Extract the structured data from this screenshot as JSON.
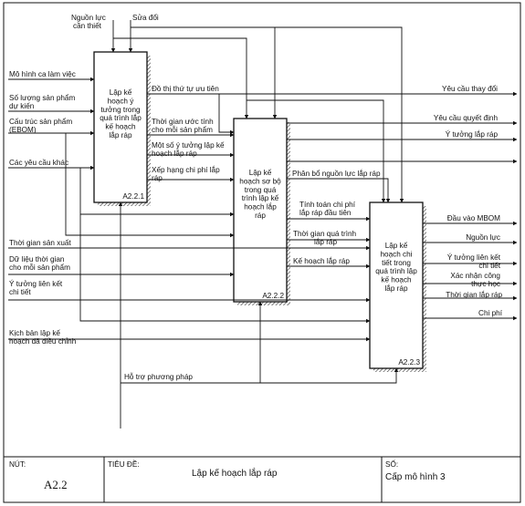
{
  "controls": {
    "resources_needed": [
      "Nguồn lực",
      "cần thiết"
    ],
    "revisions": "Sửa đổi"
  },
  "inputs_left": {
    "work_shift_model": "Mô hình ca làm việc",
    "expected_products": [
      "Số lượng sản phẩm",
      "dự kiến"
    ],
    "product_structure": [
      "Cấu trúc sản phẩm",
      "(EBOM)"
    ],
    "other_requirements": "Các yêu cầu khác",
    "production_time": "Thời gian sản xuất",
    "time_estimate_per_product": [
      "Dữ liệu thời gian",
      "cho mỗi sản phẩm"
    ],
    "detailed_idea": [
      "Ý tưởng liên kết",
      "chi tiết"
    ],
    "adjusted_scenario": [
      "Kịch bản lập kế",
      "hoạch đã điều chỉnh"
    ]
  },
  "mechanism": "Hỗ trợ phương pháp",
  "boxes": [
    {
      "title": [
        "Lập kế",
        "hoạch ý",
        "tưởng trong",
        "quá trình lắp",
        "kế hoạch",
        "lắp ráp"
      ],
      "code": "A2.2.1"
    },
    {
      "title": [
        "Lập kế",
        "hoạch sơ bộ",
        "trong quá",
        "trình lập kế",
        "hoạch lắp",
        "ráp"
      ],
      "code": "A2.2.2"
    },
    {
      "title": [
        "Lập kế",
        "hoạch chi",
        "tiết trong",
        "quá trình lập",
        "kế hoạch",
        "lắp ráp"
      ],
      "code": "A2.2.3"
    }
  ],
  "flows_1_2": {
    "priority_graph": "Đồ thị thứ tự ưu tiên",
    "time_estimate": [
      "Thời gian ước tính",
      "cho mỗi sản phẩm"
    ],
    "some_ideas": [
      "Một số ý tưởng lập kế",
      "hoạch lắp ráp"
    ],
    "cost_ranking": [
      "Xếp hạng chi phí lắp",
      "ráp"
    ]
  },
  "flows_2_3": {
    "resource_allocation": "Phân bổ nguồn lực lắp ráp",
    "cost_calc": [
      "Tính toán chi phí",
      "lắp ráp đầu tiên"
    ],
    "process_time": [
      "Thời gian quá trình",
      "lắp ráp"
    ],
    "assembly_plan": "Kế hoạch lắp ráp"
  },
  "outputs": {
    "change_request": "Yêu cầu thay đổi",
    "decision_request": "Yêu cầu quyết định",
    "assembly_idea": "Ý tưởng lắp ráp",
    "mbom_input": "Đầu vào MBOM",
    "resources": "Nguồn lực",
    "link_idea": [
      "Ý tưởng liên kết",
      "chi tiết"
    ],
    "work_confirmation": [
      "Xác nhận công",
      "thực học"
    ],
    "assembly_time": "Thời gian lắp ráp",
    "cost": "Chi phí"
  },
  "footer": {
    "node_label": "NÚT:",
    "node_value": "A2.2",
    "title_label": "TIÊU ĐỀ:",
    "title_value": "Lập kế hoạch lắp ráp",
    "number_label": "SỐ:",
    "number_value": "Cấp mô hình 3"
  }
}
